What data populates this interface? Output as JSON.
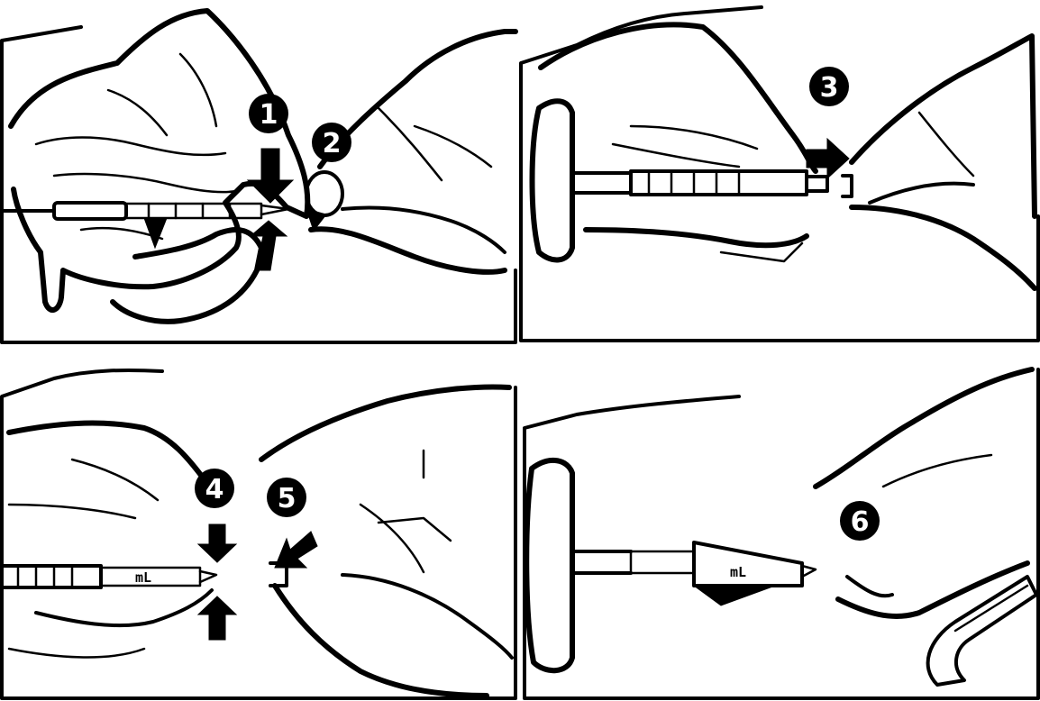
{
  "figure": {
    "panels": [
      {
        "id": "panel-1",
        "steps": [
          "1",
          "2"
        ]
      },
      {
        "id": "panel-2",
        "steps": [
          "3"
        ]
      },
      {
        "id": "panel-3",
        "steps": [
          "4",
          "5"
        ]
      },
      {
        "id": "panel-4",
        "steps": [
          "6"
        ]
      }
    ],
    "step_labels": {
      "s1": "1",
      "s2": "2",
      "s3": "3",
      "s4": "4",
      "s5": "5",
      "s6": "6"
    },
    "syringe_markings": {
      "panel3": "mL",
      "panel4": "mL"
    }
  },
  "colors": {
    "ink": "#000000",
    "paper": "#ffffff"
  }
}
